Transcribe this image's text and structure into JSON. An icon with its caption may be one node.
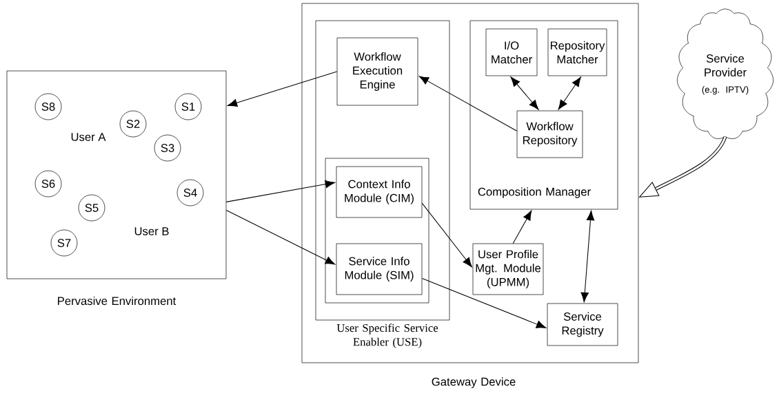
{
  "diagram": {
    "nodes": [
      {
        "text": [
          "Pervasive Environment"
        ]
      },
      {
        "text": [
          "S8"
        ],
        "in": 0
      },
      {
        "text": [
          "S1"
        ],
        "in": 0
      },
      {
        "text": [
          "S2"
        ],
        "in": 0
      },
      {
        "text": [
          "S3"
        ],
        "in": 0
      },
      {
        "text": [
          "S6"
        ],
        "in": 0
      },
      {
        "text": [
          "S4"
        ],
        "in": 0
      },
      {
        "text": [
          "S5"
        ],
        "in": 0
      },
      {
        "text": [
          "S7"
        ],
        "in": 0
      },
      {
        "text": [
          "Gateway Device"
        ]
      },
      {
        "text": [
          "User Specific Service Enabler (USE)"
        ],
        "in": 9
      },
      {
        "text": [
          "Workflow Execution Engine"
        ],
        "in": 10
      },
      {
        "text": [],
        "shape": "box",
        "in": 10
      },
      {
        "text": [
          "Context Info Module (CIM)"
        ],
        "in": 12
      },
      {
        "text": [
          "Service Info Module (SIM)"
        ],
        "in": 12
      },
      {
        "text": [
          "Composition Manager"
        ],
        "in": 9
      },
      {
        "text": [
          "I/O Matcher"
        ],
        "in": 15
      },
      {
        "text": [
          "Repository Matcher"
        ],
        "in": 15
      },
      {
        "text": [
          "Workflow Repository"
        ],
        "in": 15
      },
      {
        "text": [
          "User Profile Mgt. Module (UPMM)"
        ],
        "in": 9
      },
      {
        "text": [
          "Service Registry"
        ],
        "in": 9
      },
      {
        "text": [
          "Service Provider",
          "(e.g. IPTV)"
        ]
      }
    ],
    "edges": [
      {
        "from": 11,
        "to": 0,
        "arrow": "to"
      },
      {
        "from": 0,
        "to": 13,
        "arrow": "to"
      },
      {
        "from": 0,
        "to": 14,
        "arrow": "to"
      },
      {
        "from": 18,
        "to": 11,
        "arrow": "to"
      },
      {
        "from": 16,
        "to": 18,
        "arrow": "both"
      },
      {
        "from": 17,
        "to": 18,
        "arrow": "both"
      },
      {
        "from": 13,
        "to": 19,
        "arrow": "to"
      },
      {
        "from": 19,
        "to": 15,
        "arrow": "to"
      },
      {
        "from": 14,
        "to": 20,
        "arrow": "to"
      },
      {
        "from": 15,
        "to": 20,
        "arrow": "both"
      },
      {
        "from": 21,
        "to": 9,
        "arrow": "to",
        "style": "thick"
      }
    ],
    "labels": [
      "User A",
      "User B"
    ]
  }
}
